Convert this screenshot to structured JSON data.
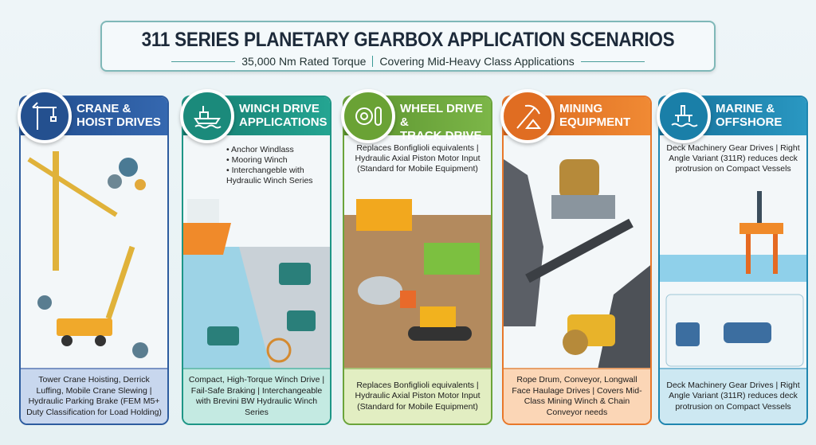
{
  "header": {
    "title": "311 SERIES PLANETARY GEARBOX APPLICATION SCENARIOS",
    "subtitle_left": "35,000 Nm Rated Torque",
    "subtitle_right": "Covering Mid-Heavy Class Applications"
  },
  "panels": [
    {
      "title_1": "CRANE &",
      "title_2": "HOIST DRIVES",
      "icon": "tower-crane-icon",
      "color": "#2d5c9f",
      "foot_bg": "#c8d7ee",
      "footer": "Tower Crane Hoisting, Derrick Luffing, Mobile Crane Slewing | Hydraulic Parking Brake (FEM M5+ Duty Classification for Load Holding)"
    },
    {
      "title_1": "WINCH DRIVE",
      "title_2": "APPLICATIONS",
      "icon": "ship-winch-icon",
      "color": "#1e9686",
      "foot_bg": "#c4eae2",
      "bullets": [
        "Anchor Windlass",
        "Mooring Winch",
        "Interchangeble with Hydraulic Winch Series"
      ],
      "footer": "Compact, High-Torque Winch Drive | Fail-Safe Braking | Interchangeable with Brevini BW Hydraulic Winch Series"
    },
    {
      "title_1": "WHEEL DRIVE &",
      "title_2": "TRACK DRIVE",
      "icon": "wheel-track-icon",
      "color": "#6ba43a",
      "foot_bg": "#e2eec2",
      "desc": "Replaces Bonfiglioli equivalents | Hydraulic Axial Piston Motor Input (Standard for Mobile Equipment)",
      "footer": "Replaces Bonfiglioli equivalents | Hydraulic Axial Piston Motor Input (Standard for Mobile Equipment)"
    },
    {
      "title_1": "MINING",
      "title_2": "EQUIPMENT",
      "icon": "pickaxe-icon",
      "color": "#e8782a",
      "foot_bg": "#fbd6b6",
      "footer": "Rope Drum, Conveyor, Longwall Face Haulage Drives | Covers Mid-Class Mining Winch & Chain Conveyor needs"
    },
    {
      "title_1": "MARINE &",
      "title_2": "OFFSHORE",
      "icon": "offshore-platform-icon",
      "color": "#1f86b0",
      "foot_bg": "#cde8f2",
      "desc": "Deck Machinery Gear Drives | Right Angle Variant (311R) reduces deck protrusion on Compact Vessels",
      "footer": "Deck Machinery Gear Drives | Right Angle Variant (311R) reduces deck protrusion on Compact Vessels"
    }
  ]
}
